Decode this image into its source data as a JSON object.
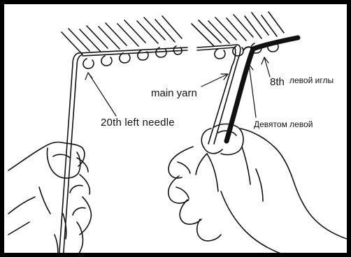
{
  "labels": {
    "left_needle": "20th left needle",
    "main_yarn": "main yarn",
    "eighth": "8th",
    "ru_left_needle": "левой иглы",
    "ru_ninth_left": "Девятом левой"
  },
  "colors": {
    "ink": "#111111",
    "background": "#ffffff",
    "frame": "#000000"
  }
}
